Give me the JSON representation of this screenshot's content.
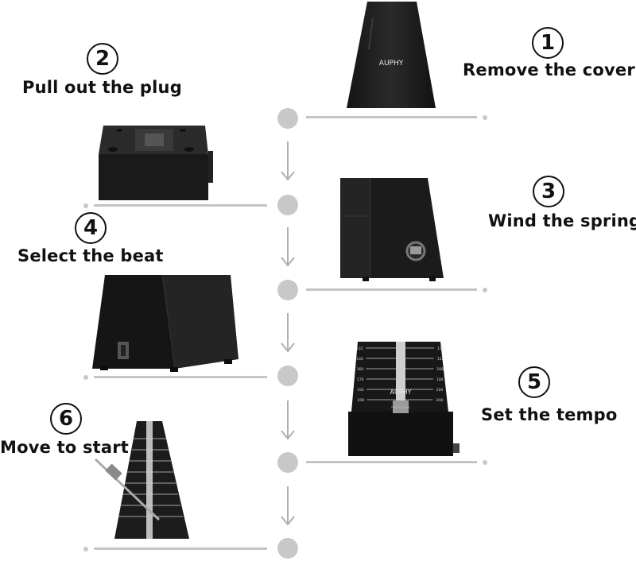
{
  "steps": [
    {
      "number": "1",
      "label": "Remove the cover"
    },
    {
      "number": "2",
      "label": "Pull out the plug"
    },
    {
      "number": "3",
      "label": "Wind the spring"
    },
    {
      "number": "4",
      "label": "Select the beat"
    },
    {
      "number": "5",
      "label": "Set the tempo"
    },
    {
      "number": "6",
      "label": "Move to start"
    }
  ],
  "brand": "AUPHY",
  "tempo_scale": [
    "132",
    "144",
    "160",
    "176",
    "192",
    "208"
  ],
  "tempo_scale_right": [
    "138",
    "152",
    "168",
    "184",
    "200",
    "208"
  ],
  "scale_footer": "PRESTISSIMO",
  "colors": {
    "timeline": "#c4c4c4",
    "device": "#1c1c1c",
    "text": "#111111"
  }
}
